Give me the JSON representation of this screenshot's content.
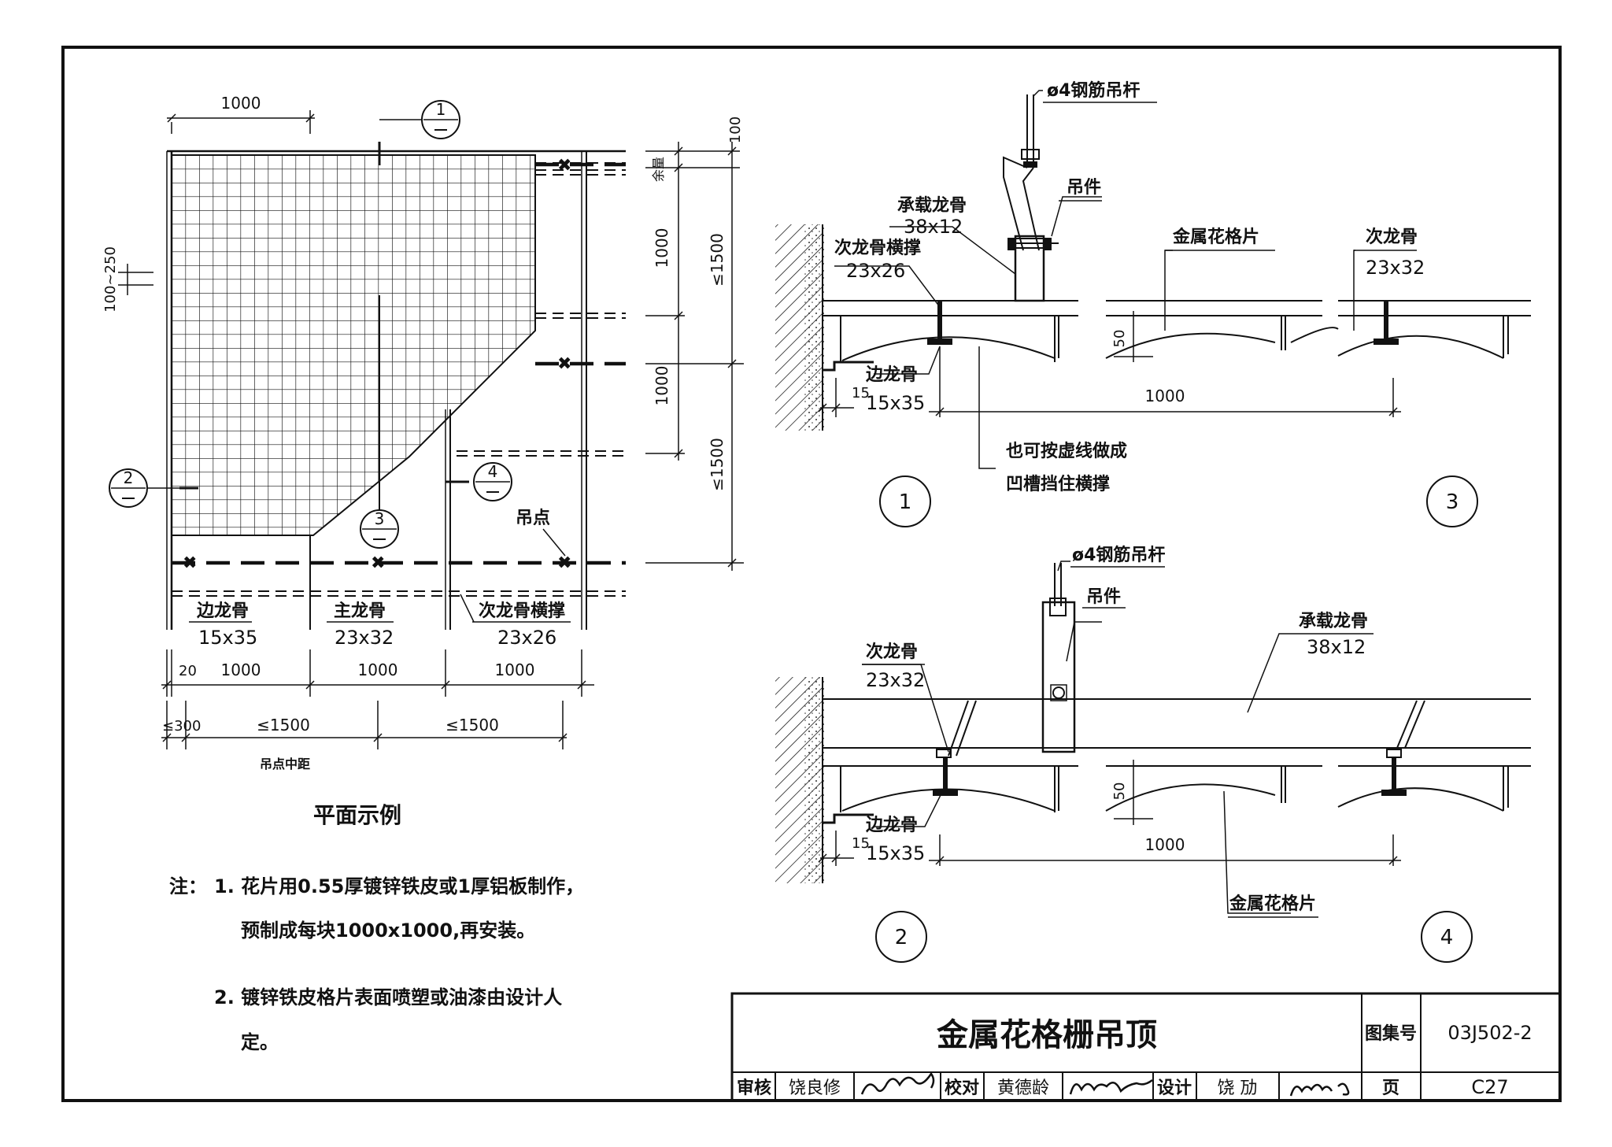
{
  "plan": {
    "top_dim": "1000",
    "right_dims": {
      "top_small": "100",
      "margin_label": "余量",
      "span1": "1000",
      "span2": "1000",
      "total1": "≤1500",
      "total2": "≤1500"
    },
    "left_dim": "100~250",
    "callouts": [
      "1",
      "2",
      "3",
      "4"
    ],
    "hanger_point": "吊点",
    "members": {
      "edge_name": "边龙骨",
      "edge_size": "15x35",
      "main_name": "主龙骨",
      "main_size": "23x32",
      "brace_name": "次龙骨横撑",
      "brace_size": "23x26"
    },
    "bottom_dims": {
      "edge": "20",
      "d1": "1000",
      "d2": "1000",
      "d3": "1000",
      "s0": "≤300",
      "s1": "≤1500",
      "s2": "≤1500",
      "caption": "吊点中距"
    },
    "title": "平面示例"
  },
  "detail_upper": {
    "rod": "ø4钢筋吊杆",
    "hanger": "吊件",
    "carrier_name": "承载龙骨",
    "carrier_size": "38x12",
    "brace_name": "次龙骨横撑",
    "brace_size": "23x26",
    "panel": "金属花格片",
    "sub_name": "次龙骨",
    "sub_size": "23x32",
    "dim_50": "50",
    "edge_name": "边龙骨",
    "edge_size": "15x35",
    "dim_15": "15",
    "dim_1000": "1000",
    "note_line1": "也可按虚线做成",
    "note_line2": "凹槽挡住横撑",
    "mark_left": "1",
    "mark_right": "3"
  },
  "detail_lower": {
    "rod": "ø4钢筋吊杆",
    "hanger": "吊件",
    "carrier_name": "承载龙骨",
    "carrier_size": "38x12",
    "sub_name": "次龙骨",
    "sub_size": "23x32",
    "dim_50": "50",
    "edge_name": "边龙骨",
    "edge_size": "15x35",
    "dim_15": "15",
    "dim_1000": "1000",
    "panel": "金属花格片",
    "mark_left": "2",
    "mark_right": "4"
  },
  "notes": {
    "prefix": "注：",
    "n1_line1": "1. 花片用0.55厚镀锌铁皮或1厚铝板制作，",
    "n1_line2": "预制成每块1000x1000,再安装。",
    "n2_line1": "2. 镀锌铁皮格片表面喷塑或油漆由设计人",
    "n2_line2": "定。"
  },
  "title_block": {
    "title": "金属花格栅吊顶",
    "atlas_label": "图集号",
    "atlas_no": "03J502-2",
    "review_label": "审核",
    "reviewer": "饶良修",
    "check_label": "校对",
    "checker": "黄德龄",
    "design_label": "设计",
    "designer": "饶 劢",
    "page_label": "页",
    "page_no": "C27"
  }
}
